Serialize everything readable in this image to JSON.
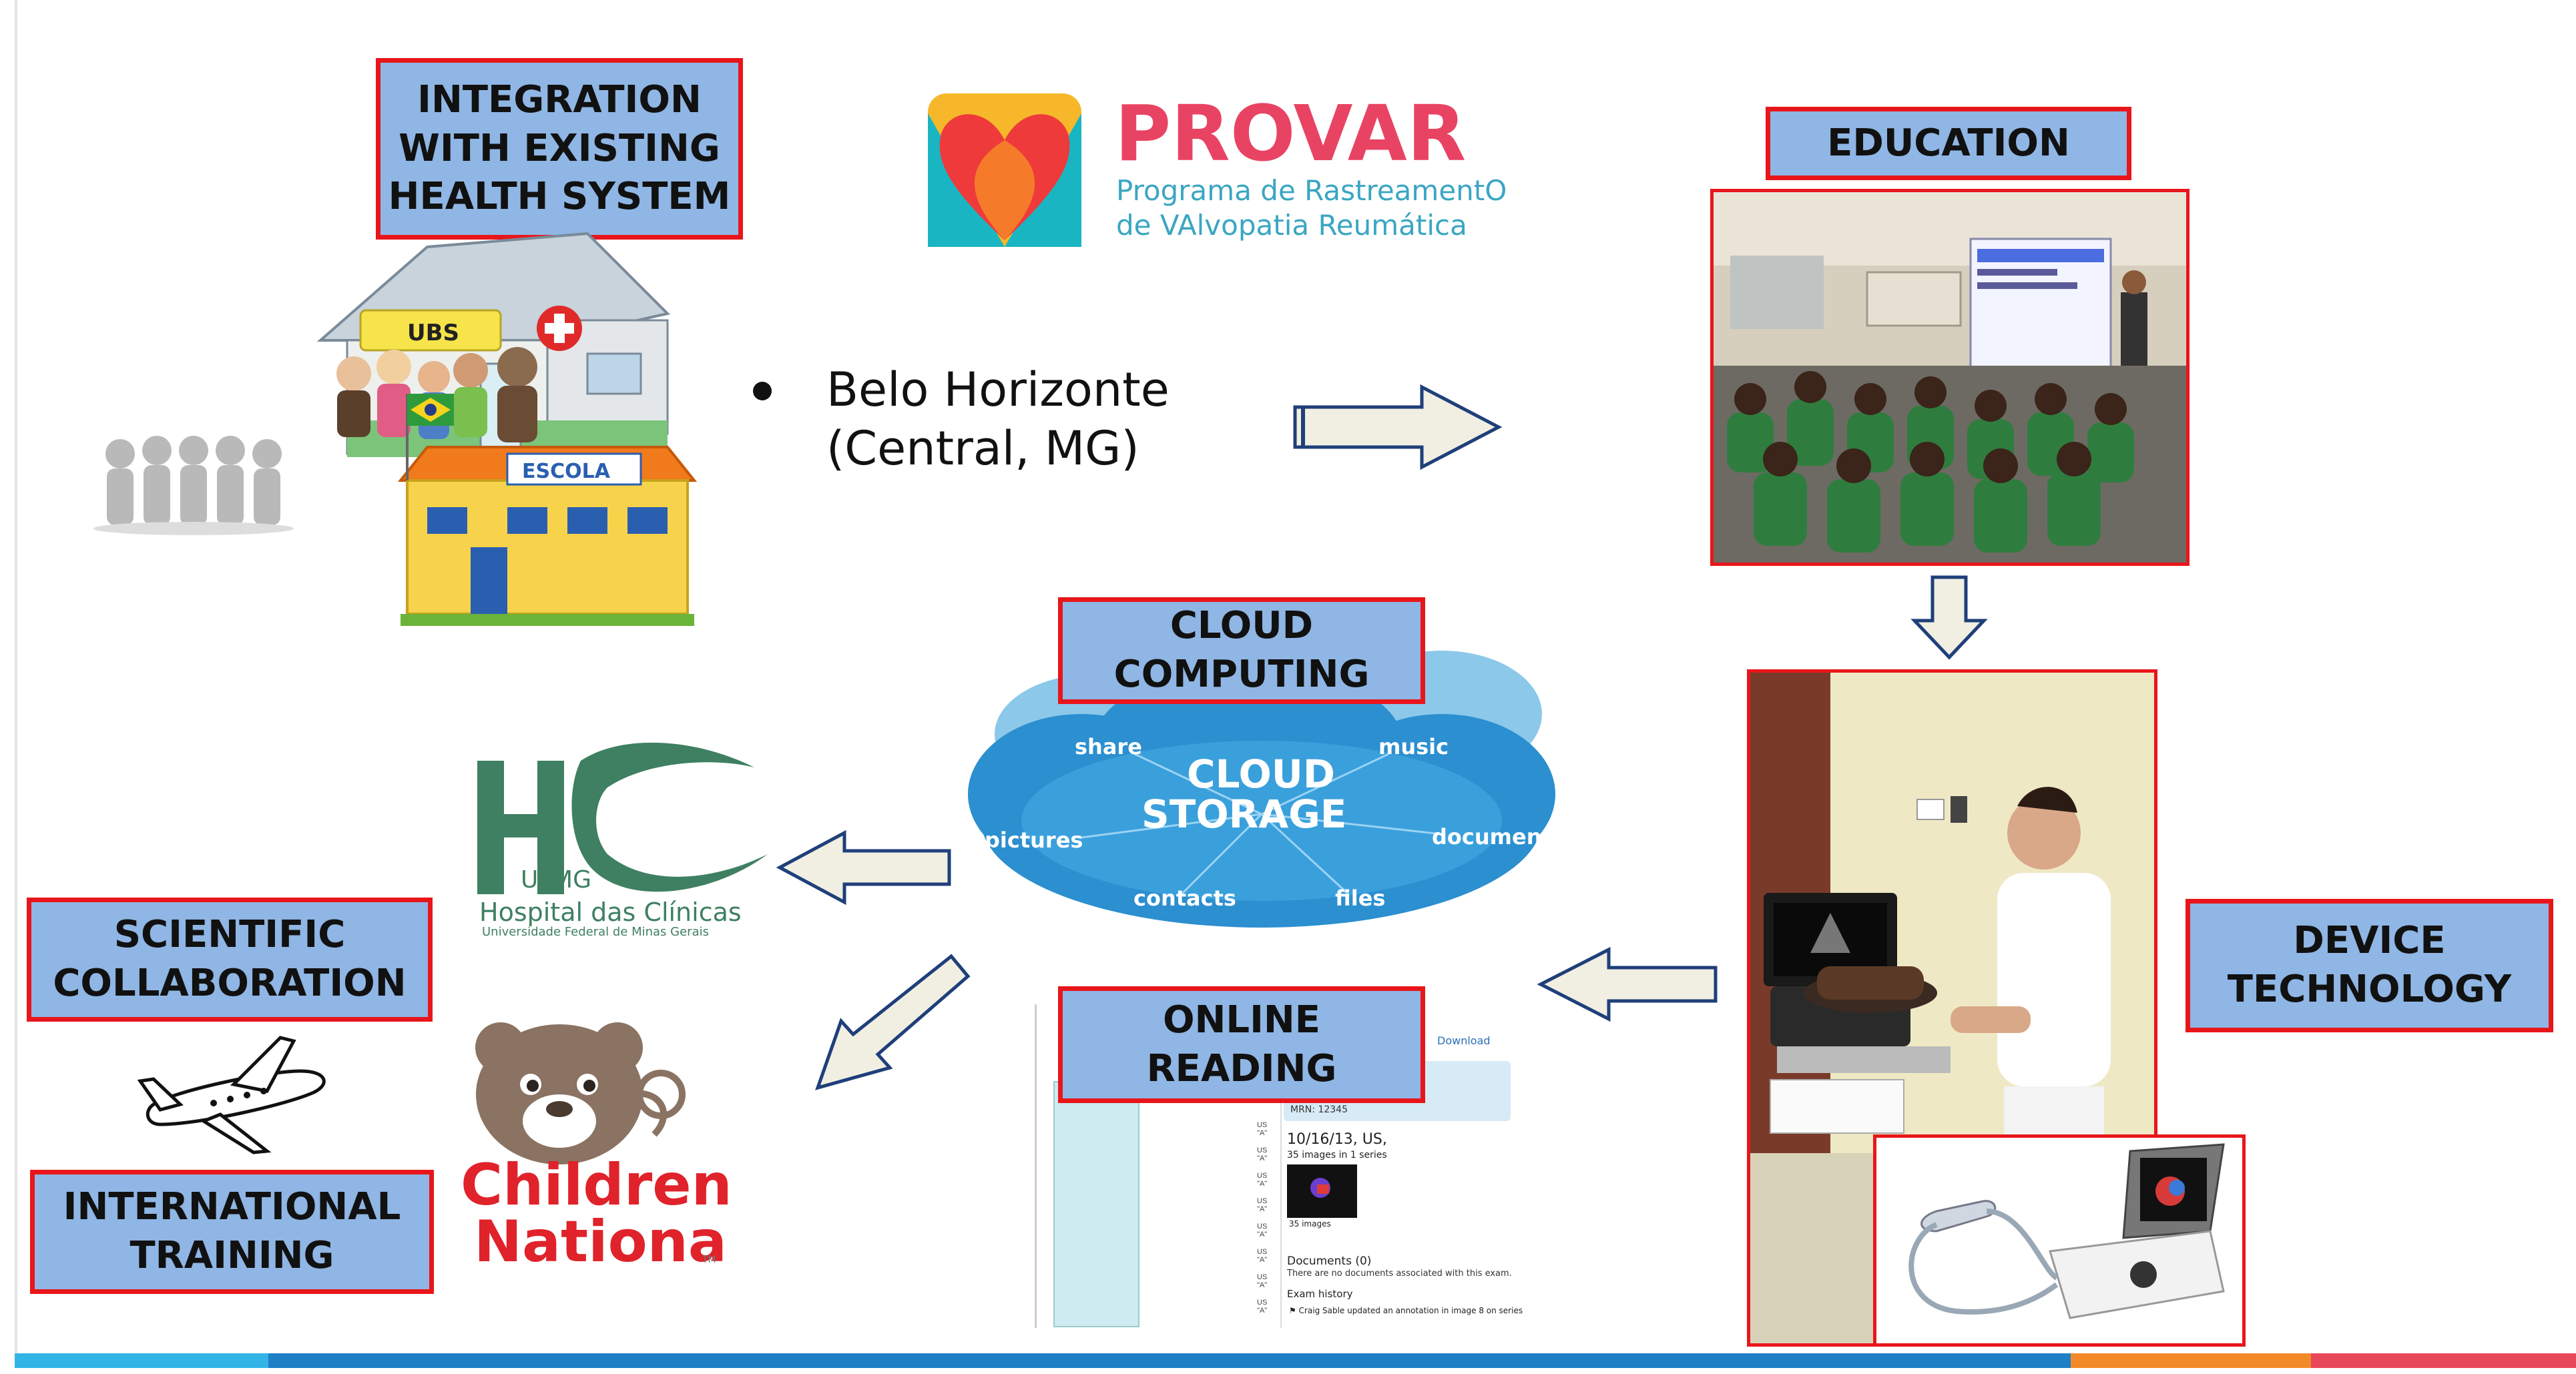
{
  "labels": {
    "integration": "INTEGRATION WITH EXISTING HEALTH SYSTEM",
    "education": "EDUCATION",
    "cloud_computing": "CLOUD COMPUTING",
    "scientific": "SCIENTIFIC COLLABORATION",
    "online_reading": "ONLINE READING",
    "device": "DEVICE TECHNOLOGY",
    "international": "INTERNATIONAL TRAINING"
  },
  "provar": {
    "name": "PROVAR",
    "line1": "Programa de RastreamentO",
    "line2": "de VAlvopatia Reumática"
  },
  "location": {
    "line1": "Belo Horizonte",
    "line2": "(Central, MG)"
  },
  "school": {
    "ubs": "UBS",
    "escola": "ESCOLA"
  },
  "cloud": {
    "title1": "CLOUD",
    "title2": "STORAGE",
    "words": [
      "share",
      "music",
      "pictures",
      "documents",
      "contacts",
      "files"
    ]
  },
  "hc": {
    "letters": "HC",
    "ufmg": "UFMG",
    "line1": "Hospital das Clínicas",
    "line2": "Universidade Federal de Minas Gerais"
  },
  "childrens": {
    "line1": "Children's",
    "line2": "National",
    "tm": "TM"
  },
  "online_reading_screen": {
    "download": "Download",
    "id": "MRN: 12345",
    "study": "10/16/13, US,",
    "images": "35 images in 1 series",
    "thumb_label": "35 images",
    "documents": "Documents (0)",
    "no_docs": "There are no documents associated with this exam.",
    "history": "Exam history",
    "history_entry": "Craig Sable updated an annotation in image 8 on series",
    "row_tags": [
      "US",
      "US",
      "US",
      "US",
      "US",
      "US",
      "US",
      "US"
    ],
    "row_marks": [
      "\"A\"",
      "\"A\"",
      "\"A\"",
      "\"A\"",
      "\"A\"",
      "\"A\"",
      "\"A\"",
      "\"A\""
    ]
  },
  "colors": {
    "label_fill": "#8fb6e4",
    "label_border": "#e8161b",
    "arrow_fill": "#f1efe2",
    "arrow_stroke": "#1f3f7a",
    "cloud_blue": "#2b8fd0"
  }
}
